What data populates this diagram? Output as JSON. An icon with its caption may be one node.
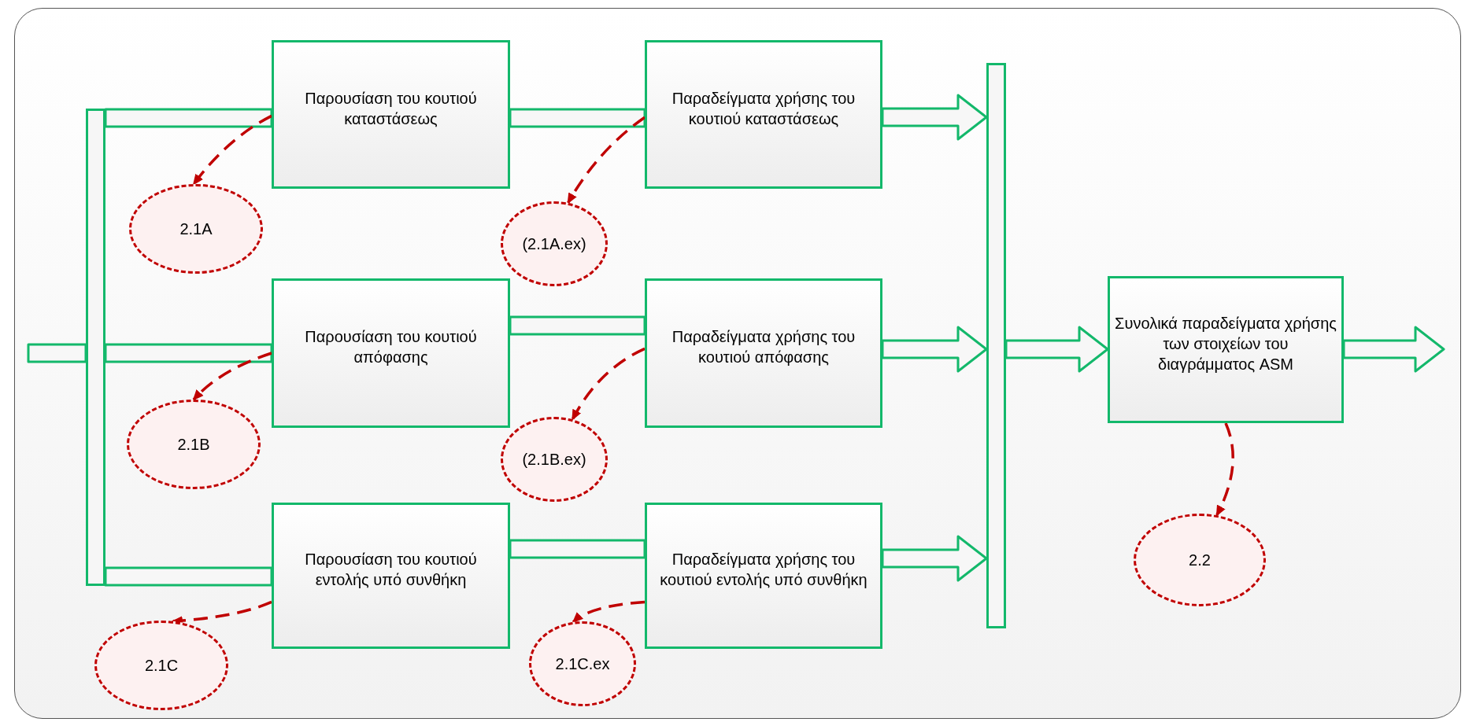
{
  "diagram": {
    "nodes": [
      {
        "text": [],
        "shape": "bar"
      },
      {
        "text": [
          "Παρουσίαση του κουτιού καταστάσεως"
        ]
      },
      {
        "text": [
          "Παραδείγματα χρήσης του κουτιού καταστάσεως"
        ]
      },
      {
        "text": [
          "Παρουσίαση του κουτιού απόφασης"
        ]
      },
      {
        "text": [
          "Παραδείγματα χρήσης του κουτιού απόφασης"
        ]
      },
      {
        "text": [
          "Παρουσίαση του κουτιού εντολής υπό συνθήκη"
        ]
      },
      {
        "text": [
          "Παραδείγματα χρήσης του κουτιού εντολής υπό συνθήκη"
        ]
      },
      {
        "text": [],
        "shape": "bar"
      },
      {
        "text": [
          "Συνολικά παραδείγματα χρήσης των στοιχείων του διαγράμματος ASM"
        ]
      },
      {
        "text": [
          "2.1A"
        ]
      },
      {
        "text": [
          "(2.1A.ex)"
        ]
      },
      {
        "text": [
          "2.1B"
        ]
      },
      {
        "text": [
          "(2.1B.ex)"
        ]
      },
      {
        "text": [
          "2.1C"
        ]
      },
      {
        "text": [
          "2.1C.ex"
        ]
      },
      {
        "text": [
          "2.2"
        ]
      }
    ],
    "edges": [
      {
        "from": null,
        "to": 0,
        "arrow": "none"
      },
      {
        "from": 0,
        "to": 1,
        "arrow": "none"
      },
      {
        "from": 1,
        "to": 2,
        "arrow": "none"
      },
      {
        "from": 2,
        "to": 7,
        "arrow": "to"
      },
      {
        "from": 0,
        "to": 3,
        "arrow": "none"
      },
      {
        "from": 3,
        "to": 4,
        "arrow": "none"
      },
      {
        "from": 4,
        "to": 7,
        "arrow": "to"
      },
      {
        "from": 0,
        "to": 5,
        "arrow": "none"
      },
      {
        "from": 5,
        "to": 6,
        "arrow": "none"
      },
      {
        "from": 6,
        "to": 7,
        "arrow": "to"
      },
      {
        "from": 7,
        "to": 8,
        "arrow": "to"
      },
      {
        "from": 8,
        "to": null,
        "arrow": "to"
      },
      {
        "from": 1,
        "to": 9,
        "arrow": "to",
        "style": "dashed",
        "color": "#c00000"
      },
      {
        "from": 2,
        "to": 10,
        "arrow": "to",
        "style": "dashed",
        "color": "#c00000"
      },
      {
        "from": 3,
        "to": 11,
        "arrow": "to",
        "style": "dashed",
        "color": "#c00000"
      },
      {
        "from": 4,
        "to": 12,
        "arrow": "to",
        "style": "dashed",
        "color": "#c00000"
      },
      {
        "from": 5,
        "to": 13,
        "arrow": "to",
        "style": "dashed",
        "color": "#c00000"
      },
      {
        "from": 6,
        "to": 14,
        "arrow": "to",
        "style": "dashed",
        "color": "#c00000"
      },
      {
        "from": 8,
        "to": 15,
        "arrow": "to",
        "style": "dashed",
        "color": "#c00000"
      }
    ]
  }
}
